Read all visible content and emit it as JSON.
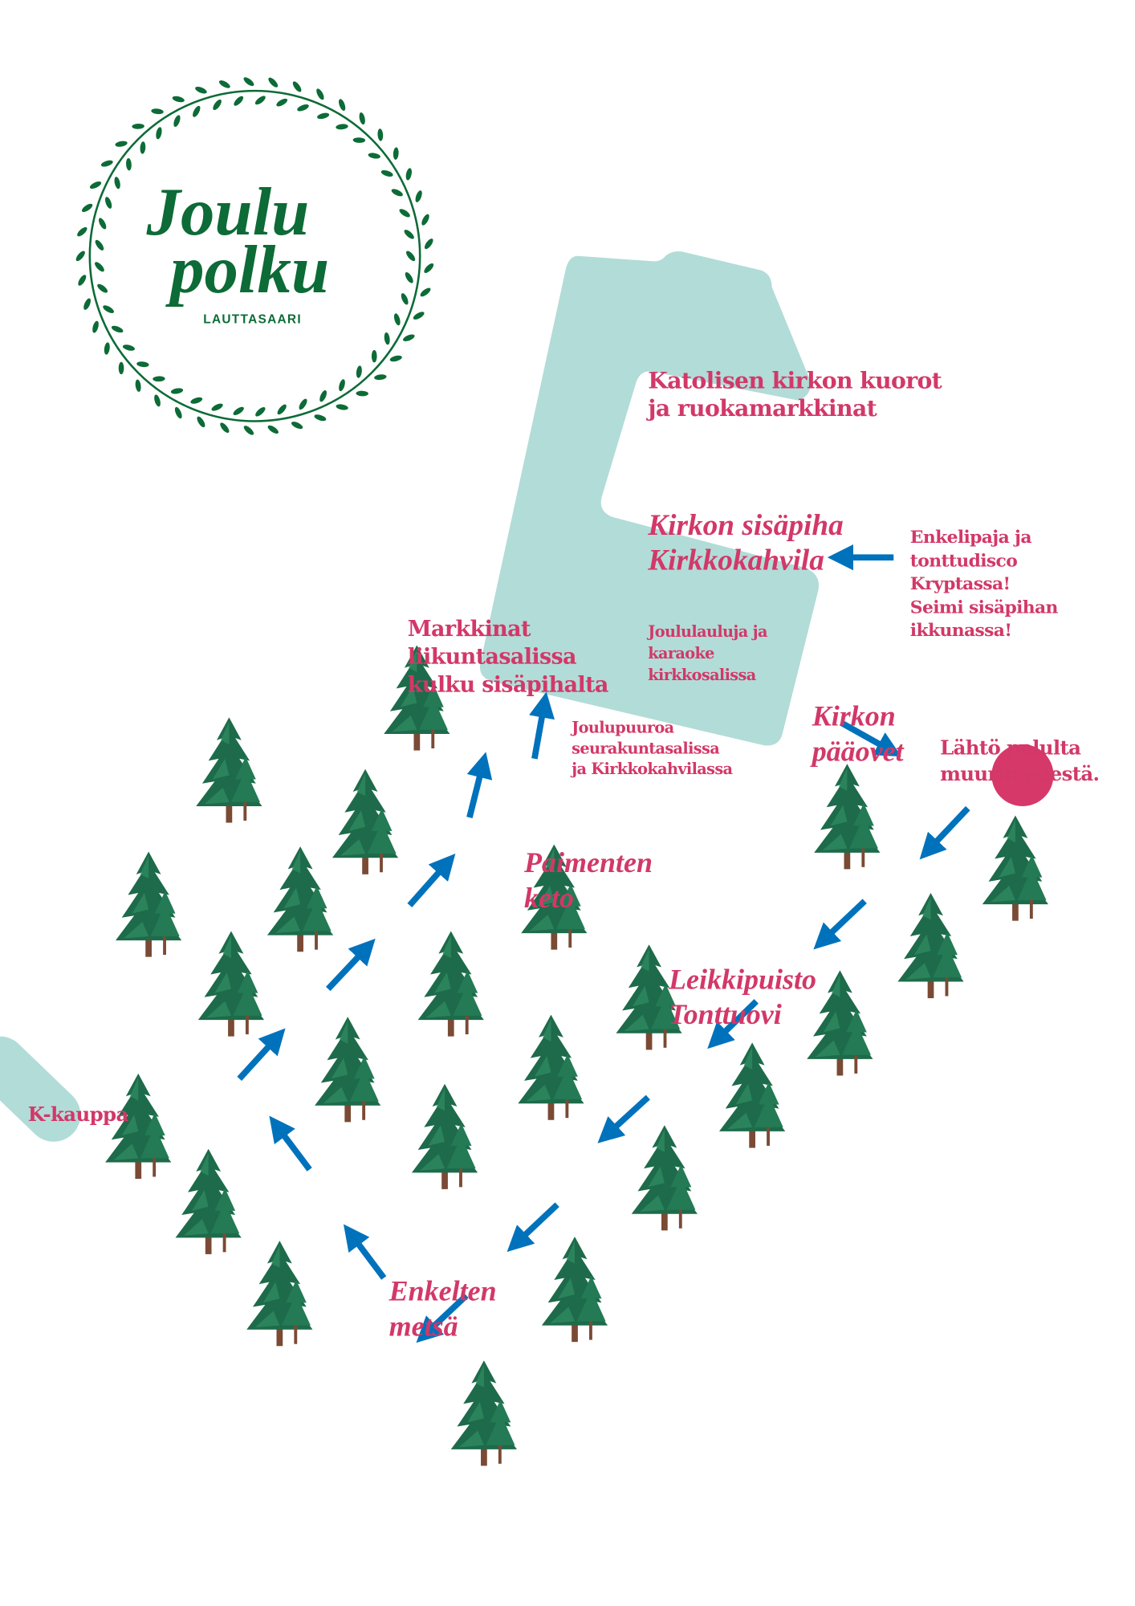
{
  "logo": {
    "line1": "Joulu",
    "line2": "polku",
    "subtitle": "LAUTTASAARI"
  },
  "labels": {
    "katolisen": [
      "Katolisen kirkon kuorot",
      "ja ruokamarkkinat"
    ],
    "sisapiha": [
      "Kirkon sisäpiha",
      "Kirkkokahvila"
    ],
    "enkelipaja": [
      "Enkelipaja ja",
      "tonttudisco",
      "Kryptassa!",
      "Seimi sisäpihan",
      "ikkunassa!"
    ],
    "markkinat": [
      "Markkinat",
      "liikuntasalissa",
      "kulku sisäpihalta"
    ],
    "joululauluja": [
      "Joululauluja ja",
      "karaoke",
      "kirkkosalissa"
    ],
    "paaovet": [
      "Kirkon",
      "pääovet"
    ],
    "joulupuuroa": [
      "Joulupuuroa",
      "seurakuntasalissa",
      "ja Kirkkokahvilassa"
    ],
    "lahto": [
      "Lähtö polulta",
      "muurin edestä."
    ],
    "paimenten": [
      "Paimenten",
      "keto"
    ],
    "leikkipuisto": [
      "Leikkipuisto",
      "Tonttuovi"
    ],
    "kkauppa": [
      "K-kauppa"
    ],
    "enkelten": [
      "Enkelten",
      "metsä"
    ]
  },
  "colors": {
    "label": "#d23868",
    "building": "#b2dcd8",
    "arrow": "#0072bc",
    "logo": "#0c6b36",
    "start": "#d6386a",
    "tree": "#1d6b4a"
  },
  "icons": {
    "start_marker": "start-dot-icon",
    "tree": "tree-icon",
    "arrow": "arrow-icon",
    "wreath": "wreath-icon"
  }
}
